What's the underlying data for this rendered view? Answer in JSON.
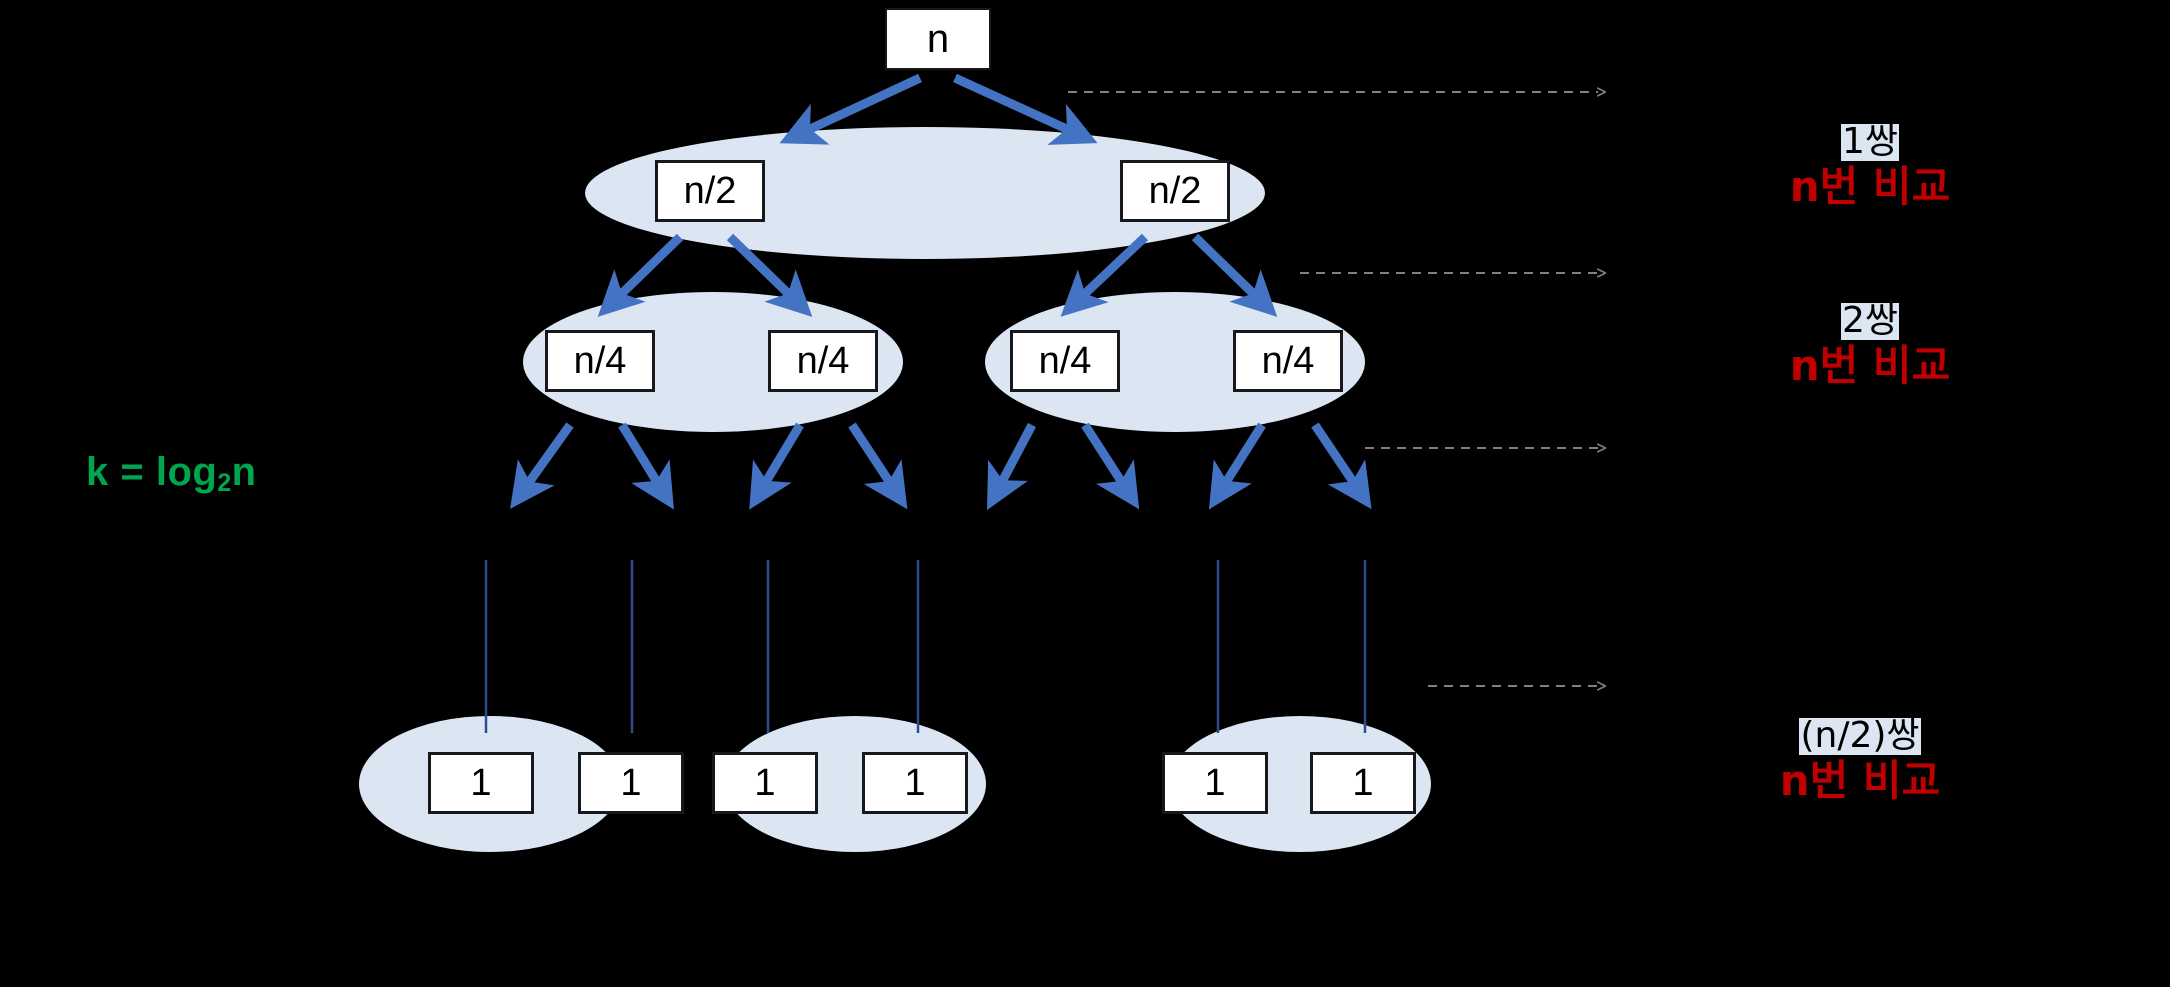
{
  "diagram": {
    "title_text": "k = log2n",
    "complexity_label": {
      "text": "k = log",
      "sub": "2",
      "suffix": "n",
      "color": "#00a550"
    },
    "colors": {
      "background": "#000000",
      "ellipse_fill": "#dce6f2",
      "arrow_blue": "#4573c4",
      "connector_navy": "#2e4b8f",
      "dashed_gray": "#808080",
      "box_fill": "#ffffff",
      "box_border": "#17181c",
      "red_text": "#c00000",
      "green_text": "#00a550",
      "highlight_bg": "#dce6f2"
    },
    "levels": [
      {
        "index": 0,
        "nodes": [
          {
            "label": "n"
          }
        ]
      },
      {
        "index": 1,
        "nodes": [
          {
            "label": "n/2"
          },
          {
            "label": "n/2"
          }
        ]
      },
      {
        "index": 2,
        "nodes": [
          {
            "label": "n/4"
          },
          {
            "label": "n/4"
          },
          {
            "label": "n/4"
          },
          {
            "label": "n/4"
          }
        ]
      },
      {
        "index": 3,
        "nodes": [
          {
            "label": "1"
          },
          {
            "label": "1"
          },
          {
            "label": "1"
          },
          {
            "label": "1"
          },
          {
            "label": "1"
          },
          {
            "label": "1"
          }
        ]
      }
    ],
    "side_labels": [
      {
        "count": "1쌍",
        "compare": "n번 비교"
      },
      {
        "count": "2쌍",
        "compare": "n번 비교"
      },
      {
        "count": "(n/2)쌍",
        "compare": "n번 비교"
      }
    ]
  }
}
